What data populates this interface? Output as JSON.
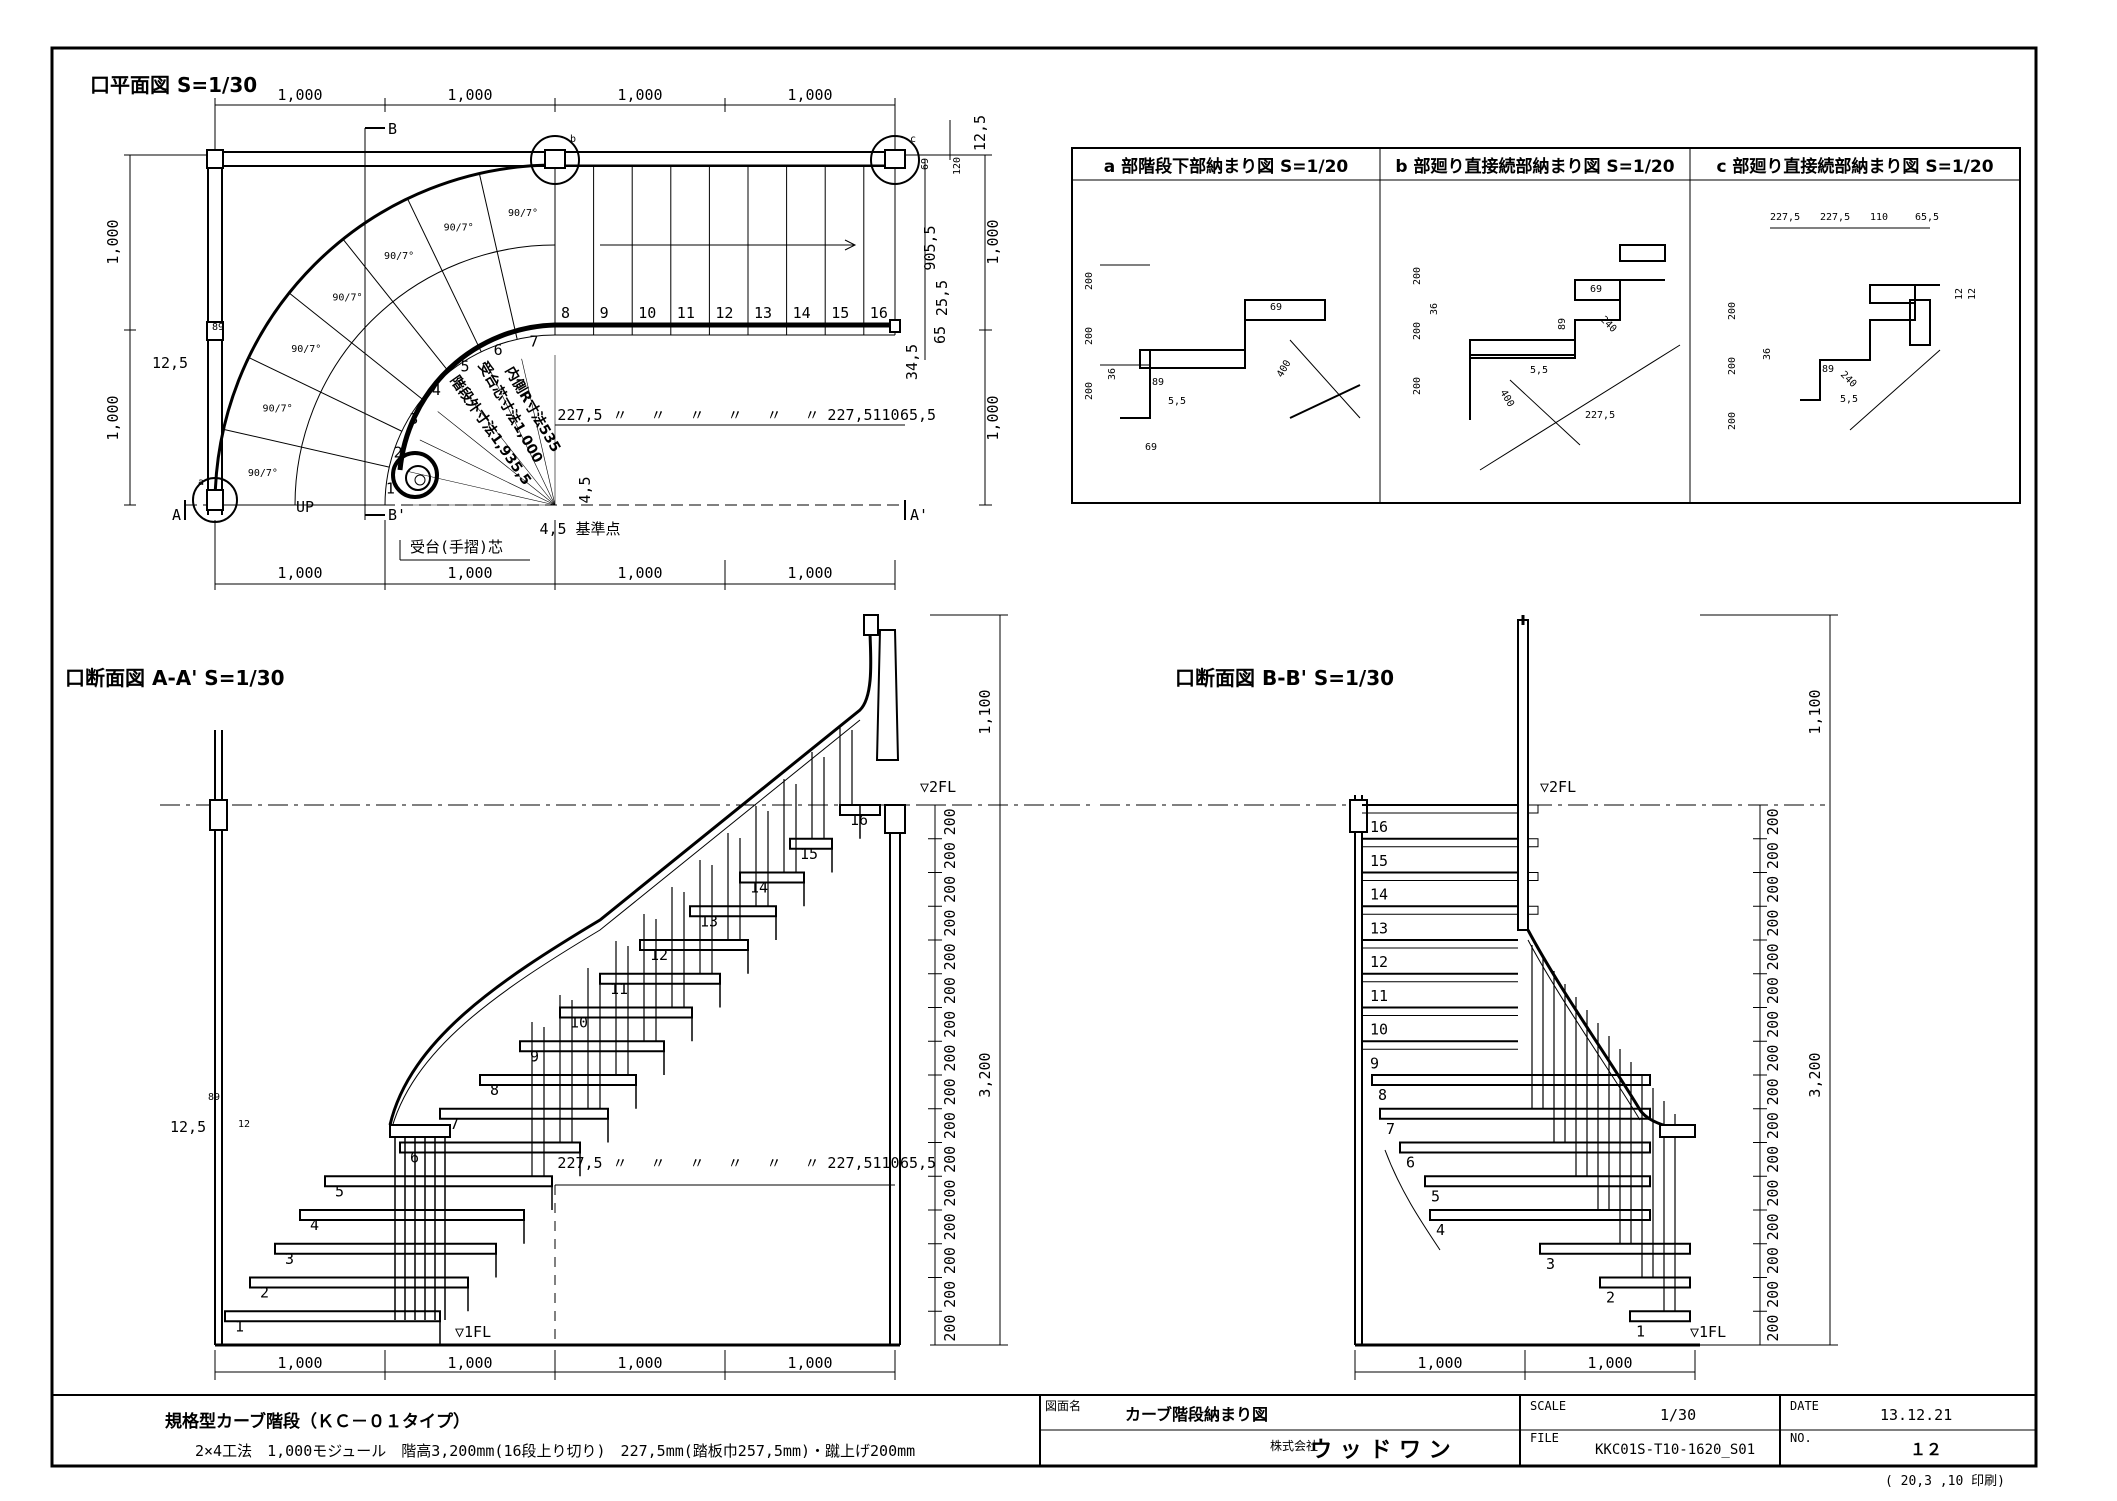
{
  "plan": {
    "title": "口平面図 S=1/30",
    "top_dims": [
      "1,000",
      "1,000",
      "1,000",
      "1,000"
    ],
    "bottom_dims": [
      "1,000",
      "1,000",
      "1,000",
      "1,000"
    ],
    "left_dims": [
      "1,000",
      "1,000"
    ],
    "right_dims": [
      "1,000",
      "1,000"
    ],
    "right_small": [
      "12,5",
      "69",
      "120",
      "905,5",
      "25,5",
      "65",
      "34,5"
    ],
    "left_small": "12,5",
    "tread_run_row": [
      "227,5",
      "〃",
      "〃",
      "〃",
      "〃",
      "〃",
      "〃",
      "227,5",
      "110",
      "65,5"
    ],
    "step_numbers": [
      "1",
      "2",
      "3",
      "4",
      "5",
      "6",
      "7",
      "8",
      "9",
      "10",
      "11",
      "12",
      "13",
      "14",
      "15",
      "16"
    ],
    "angle_label": "90/7°",
    "label_up": "UP",
    "label_base": "4,5 基準点",
    "label_45": "4,5",
    "label_handrail": "受台(手摺)芯",
    "label_inner_r": "内側R寸法535",
    "label_outer_r": "階段外寸法1,935,5",
    "label_center": "受台芯寸法1,000",
    "section_marks": {
      "a": "A",
      "a2": "A'",
      "b": "B",
      "b2": "B'",
      "ca": "a",
      "cb": "b",
      "cc": "c"
    },
    "post_dim": "89"
  },
  "detail_a": {
    "title": "a 部階段下部納まり図 S=1/20",
    "dims": [
      "200",
      "200",
      "200",
      "36",
      "69",
      "69",
      "89",
      "5,5",
      "400"
    ]
  },
  "detail_b": {
    "title": "b 部廻り直接続部納まり図 S=1/20",
    "dims": [
      "200",
      "200",
      "200",
      "36",
      "69",
      "89",
      "240",
      "5,5",
      "400",
      "227,5"
    ]
  },
  "detail_c": {
    "title": "c 部廻り直接続部納まり図 S=1/20",
    "dims": [
      "227,5",
      "227,5",
      "110",
      "65,5",
      "200",
      "200",
      "200",
      "36",
      "240",
      "5,5",
      "89",
      "12",
      "12"
    ]
  },
  "section_aa": {
    "title": "口断面図 A-A' S=1/30",
    "level_2fl": "▽2FL",
    "level_1fl": "▽1FL",
    "height_1100": "1,100",
    "height_3200": "3,200",
    "riser": "200",
    "bottom_dims": [
      "1,000",
      "1,000",
      "1,000",
      "1,000"
    ],
    "run_row": [
      "227,5",
      "〃",
      "〃",
      "〃",
      "〃",
      "〃",
      "〃",
      "227,5",
      "110",
      "65,5"
    ],
    "left_small": [
      "89",
      "12,5",
      "12"
    ],
    "step_numbers": [
      "1",
      "2",
      "3",
      "4",
      "5",
      "6",
      "7",
      "8",
      "9",
      "10",
      "11",
      "12",
      "13",
      "14",
      "15",
      "16"
    ]
  },
  "section_bb": {
    "title": "口断面図 B-B' S=1/30",
    "level_2fl": "▽2FL",
    "level_1fl": "▽1FL",
    "height_1100": "1,100",
    "height_3200": "3,200",
    "riser": "200",
    "bottom_dims": [
      "1,000",
      "1,000"
    ],
    "step_numbers": [
      "1",
      "2",
      "3",
      "4",
      "5",
      "6",
      "7",
      "8",
      "9",
      "10",
      "11",
      "12",
      "13",
      "14",
      "15",
      "16"
    ]
  },
  "title_block": {
    "product": "規格型カーブ階段（ＫＣ－０１タイプ）",
    "spec": "2×4工法　1,000モジュール　階高3,200mm(16段上り切り)　227,5mm(踏板巾257,5mm)・蹴上げ200mm",
    "drawing_name_label": "図面名",
    "drawing_name": "カーブ階段納まり図",
    "company_label": "株式会社",
    "company": "ウ ッ ド ワ ン",
    "scale_label": "SCALE",
    "scale": "1/30",
    "file_label": "FILE",
    "file": "KKC01S-T10-1620_S01",
    "date_label": "DATE",
    "date": "13.12.21",
    "no_label": "NO.",
    "no": "１２",
    "print_note": "( 20,3 ,10 印刷)"
  }
}
